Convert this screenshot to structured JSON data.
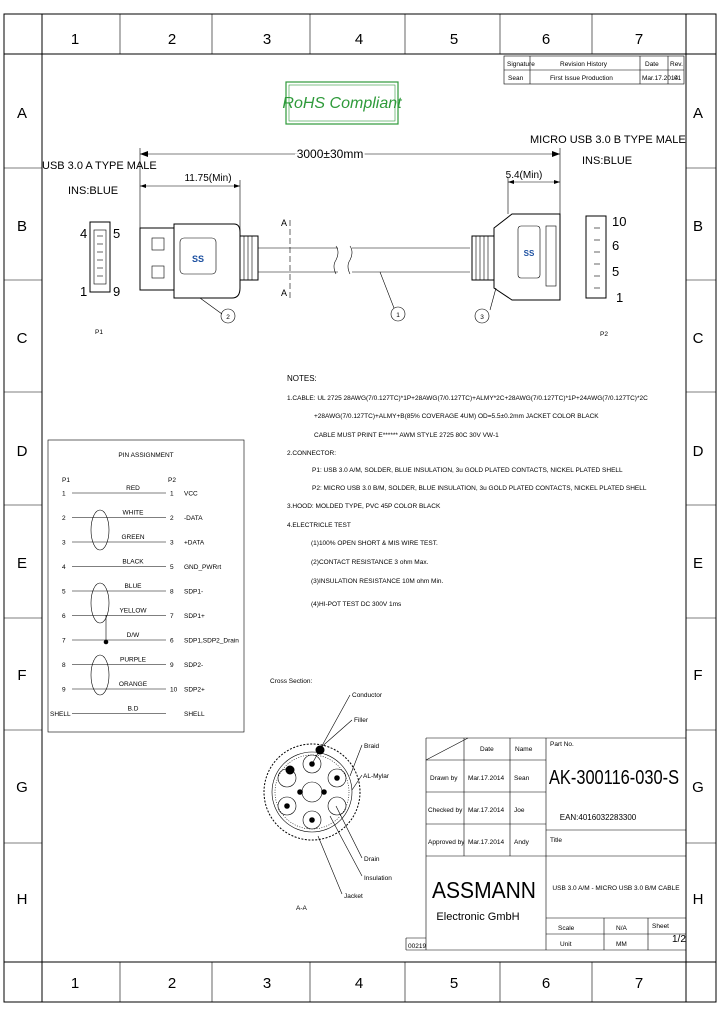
{
  "border": {
    "columns": [
      "1",
      "2",
      "3",
      "4",
      "5",
      "6",
      "7"
    ],
    "rows": [
      "A",
      "B",
      "C",
      "D",
      "E",
      "F",
      "G",
      "H"
    ]
  },
  "revision": {
    "h1": "Signature",
    "h2": "Revision History",
    "h3": "Date",
    "h4": "Rev.",
    "v1": "Sean",
    "v2": "First Issue Production",
    "v3": "Mar.17.2014",
    "v4": "01"
  },
  "rohs": "RoHS Compliant",
  "drawing": {
    "length": "3000±30mm",
    "dim_a": "11.75(Min)",
    "dim_b": "5.4(Min)",
    "end_a_title": "USB 3.0 A TYPE MALE",
    "end_a_ins": "INS:BLUE",
    "end_b_title": "MICRO USB 3.0 B TYPE MALE",
    "end_b_ins": "INS:BLUE",
    "p1": "P1",
    "p2": "P2",
    "section_mark": "A",
    "balloon_1": "1",
    "balloon_2": "2",
    "balloon_3": "3",
    "pin_a": [
      "4",
      "5",
      "1",
      "9"
    ],
    "pin_b": [
      "10",
      "6",
      "5",
      "1"
    ],
    "logo_a": "SS",
    "logo_b": "SS"
  },
  "notes": {
    "title": "NOTES:",
    "lines": [
      "1.CABLE: UL 2725 28AWG(7/0.127TC)*1P+28AWG(7/0.127TC)+ALMY*2C+28AWG(7/0.127TC)*1P+24AWG(7/0.127TC)*2C",
      "+28AWG(7/0.127TC)+ALMY+B(85% COVERAGE 4UM) OD=5.5±0.2mm JACKET COLOR BLACK",
      "CABLE MUST PRINT E****** AWM STYLE 2725 80C 30V VW-1",
      "2.CONNECTOR:",
      "P1: USB 3.0 A/M, SOLDER, BLUE INSULATION, 3u GOLD PLATED CONTACTS, NICKEL PLATED SHELL",
      "P2: MICRO USB 3.0 B/M, SOLDER, BLUE INSULATION, 3u GOLD PLATED CONTACTS, NICKEL PLATED SHELL",
      "3.HOOD: MOLDED TYPE, PVC 45P COLOR BLACK",
      "4.ELECTRICLE TEST",
      "(1)100% OPEN SHORT & MIS WIRE TEST.",
      "(2)CONTACT RESISTANCE 3 ohm Max.",
      "(3)INSULATION RESISTANCE 10M ohm Min.",
      "(4)HI-POT TEST DC 300V 1ms"
    ]
  },
  "pins": {
    "title": "PIN ASSIGNMENT",
    "p1": "P1",
    "p2": "P2",
    "rows": [
      {
        "l": "1",
        "c": "RED",
        "r": "1",
        "s": "VCC"
      },
      {
        "l": "2",
        "c": "WHITE",
        "r": "2",
        "s": "-DATA"
      },
      {
        "l": "3",
        "c": "GREEN",
        "r": "3",
        "s": "+DATA"
      },
      {
        "l": "4",
        "c": "BLACK",
        "r": "5",
        "s": "GND_PWRrt"
      },
      {
        "l": "5",
        "c": "BLUE",
        "r": "8",
        "s": "SDP1-"
      },
      {
        "l": "6",
        "c": "YELLOW",
        "r": "7",
        "s": "SDP1+"
      },
      {
        "l": "7",
        "c": "D/W",
        "r": "6",
        "s": "SDP1,SDP2_Drain"
      },
      {
        "l": "8",
        "c": "PURPLE",
        "r": "9",
        "s": "SDP2-"
      },
      {
        "l": "9",
        "c": "ORANGE",
        "r": "10",
        "s": "SDP2+"
      },
      {
        "l": "SHELL",
        "c": "B.D",
        "r": "",
        "s": "SHELL"
      }
    ]
  },
  "cross": {
    "title": "Cross Section:",
    "labels": [
      "Conductor",
      "Filler",
      "Braid",
      "AL-Mylar",
      "Drain",
      "Insulation",
      "Jacket"
    ],
    "caption": "A-A"
  },
  "title_block": {
    "date_h": "Date",
    "name_h": "Name",
    "drawn": "Drawn by",
    "drawn_date": "Mar.17.2014",
    "drawn_name": "Sean",
    "checked": "Checked by",
    "checked_date": "Mar.17.2014",
    "checked_name": "Joe",
    "approved": "Approved by",
    "approved_date": "Mar.17.2014",
    "approved_name": "Andy",
    "partno_h": "Part No.",
    "partno": "AK-300116-030-S",
    "ean": "EAN:4016032283300",
    "title_h": "Title",
    "title": "USB 3.0 A/M - MICRO USB 3.0 B/M CABLE",
    "company": "ASSMANN",
    "company_sub": "Electronic GmbH",
    "scale_h": "Scale",
    "scale": "N/A",
    "unit_h": "Unit",
    "unit": "MM",
    "sheet_h": "Sheet",
    "sheet": "1/2",
    "docno": "00219"
  }
}
